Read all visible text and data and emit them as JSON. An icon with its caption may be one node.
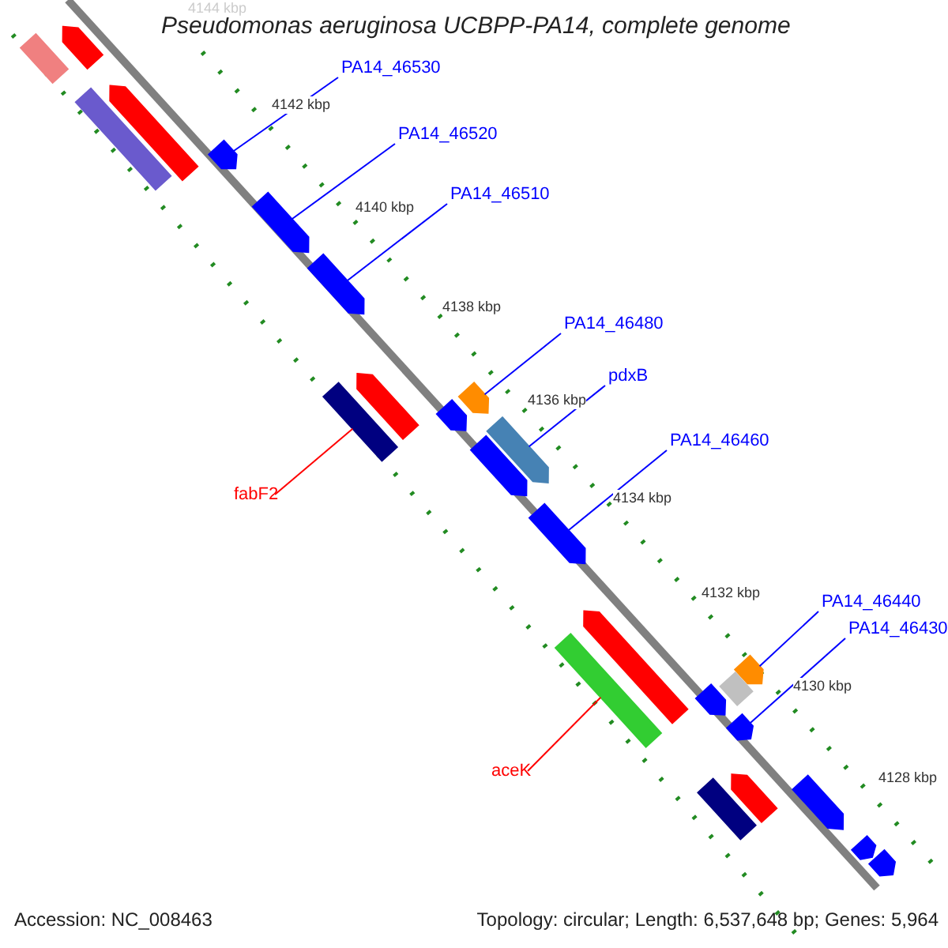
{
  "diagram": {
    "title": "Pseudomonas aeruginosa UCBPP-PA14, complete genome",
    "nodes": [
      {
        "text": [
          "PA14_46530"
        ]
      },
      {
        "text": [
          "PA14_46520"
        ]
      },
      {
        "text": [
          "PA14_46510"
        ]
      },
      {
        "text": [
          "PA14_46480"
        ]
      },
      {
        "text": [
          "pdxB"
        ]
      },
      {
        "text": [
          "PA14_46460"
        ]
      },
      {
        "text": [
          "fabF2"
        ]
      },
      {
        "text": [
          "PA14_46440"
        ]
      },
      {
        "text": [
          "PA14_46430"
        ]
      },
      {
        "text": [
          "aceK"
        ]
      },
      {
        "text": [],
        "shape": "arrow"
      },
      {
        "text": [],
        "shape": "bar"
      },
      {
        "text": [],
        "shape": "arrow"
      },
      {
        "text": [],
        "shape": "bar"
      },
      {
        "text": [],
        "shape": "arrow"
      },
      {
        "text": [],
        "shape": "arrow"
      },
      {
        "text": [],
        "shape": "arrow"
      },
      {
        "text": [],
        "shape": "arrow"
      },
      {
        "text": [],
        "shape": "arrow"
      },
      {
        "text": [],
        "shape": "arrow"
      },
      {
        "text": [],
        "shape": "bar"
      },
      {
        "text": [],
        "shape": "arrow"
      },
      {
        "text": [],
        "shape": "arrow"
      },
      {
        "text": [],
        "shape": "arrow"
      },
      {
        "text": [],
        "shape": "arrow"
      },
      {
        "text": [],
        "shape": "arrow"
      },
      {
        "text": [],
        "shape": "bar"
      },
      {
        "text": [],
        "shape": "bar"
      },
      {
        "text": [],
        "shape": "arrow"
      },
      {
        "text": [],
        "shape": "arrow"
      },
      {
        "text": [],
        "shape": "arrow"
      },
      {
        "text": [],
        "shape": "arrow"
      },
      {
        "text": [],
        "shape": "bar"
      },
      {
        "text": [],
        "shape": "arrow"
      },
      {
        "text": [],
        "shape": "arrow"
      }
    ],
    "edges": [
      {
        "from": 0,
        "to": 14,
        "arrow": "none"
      },
      {
        "from": 1,
        "to": 15,
        "arrow": "none"
      },
      {
        "from": 2,
        "to": 16,
        "arrow": "none"
      },
      {
        "from": 3,
        "to": 17,
        "arrow": "none"
      },
      {
        "from": 4,
        "to": 21,
        "arrow": "none"
      },
      {
        "from": 5,
        "to": 23,
        "arrow": "none"
      },
      {
        "from": 6,
        "to": 20,
        "arrow": "none",
        "color": "#ff0000"
      },
      {
        "from": 7,
        "to": 25,
        "arrow": "none"
      },
      {
        "from": 8,
        "to": 29,
        "arrow": "none"
      },
      {
        "from": 9,
        "to": 26,
        "arrow": "none",
        "color": "#ff0000"
      }
    ],
    "labels": [
      "4144 kbp",
      "4142 kbp",
      "4140 kbp",
      "4138 kbp",
      "4136 kbp",
      "4134 kbp",
      "4132 kbp",
      "4130 kbp",
      "4128 kbp",
      "Accession: NC_008463",
      "Topology: circular; Length: 6,537,648 bp; Genes: 5,964"
    ]
  }
}
